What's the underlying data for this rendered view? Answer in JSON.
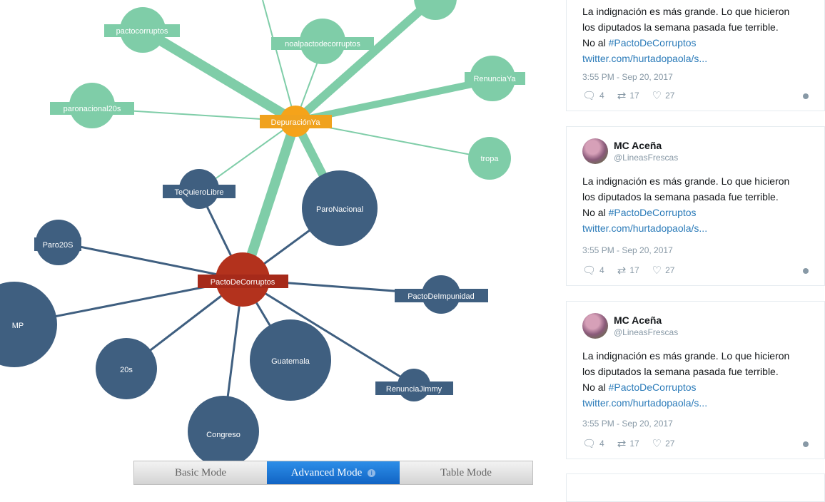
{
  "graph": {
    "colors": {
      "green": "#7fcda8",
      "blue": "#3f5f80",
      "red": "#b3321d",
      "orange": "#f5a31a",
      "edge_green": "#7fcda8",
      "edge_blue": "#3f5f80"
    },
    "nodes": {
      "pactocorruptos": "pactocorruptos",
      "noalpactodecorruptos": "noalpactodecorruptos",
      "renunciaya": "RenunciaYa",
      "paronacional20s": "paronacional20s",
      "depuracionya": "DepuraciónYa",
      "tropa": "tropa",
      "tequierolibre": "TeQuieroLibre",
      "paronacional": "ParoNacional",
      "paro20s": "Paro20S",
      "pactodecorruptos": "PactoDeCorruptos",
      "pactodeimpunidad": "PactoDeImpunidad",
      "mp": "MP",
      "twenty_s": "20s",
      "guatemala": "Guatemala",
      "renunciajimmy": "RenunciaJimmy",
      "congreso": "Congreso"
    }
  },
  "modes": {
    "basic": "Basic Mode",
    "advanced": "Advanced Mode",
    "table": "Table Mode",
    "advanced_info": "i"
  },
  "tweets": [
    {
      "name": "",
      "handle": "",
      "text_line1": "La indignación es más grande. Lo que hicieron",
      "text_line2": "los diputados la semana pasada fue terrible.",
      "text_prefix": "No al ",
      "hashtag": "#PactoDeCorruptos",
      "link": "twitter.com/hurtadopaola/s...",
      "time": "3:55 PM - Sep 20, 2017",
      "replies": "4",
      "retweets": "17",
      "likes": "27"
    },
    {
      "name": "MC Aceña",
      "handle": "@LineasFrescas",
      "text_line1": "La indignación es más grande. Lo que hicieron",
      "text_line2": "los diputados la semana pasada fue terrible.",
      "text_prefix": "No al ",
      "hashtag": "#PactoDeCorruptos",
      "link": "twitter.com/hurtadopaola/s...",
      "time": "3:55 PM - Sep 20, 2017",
      "replies": "4",
      "retweets": "17",
      "likes": "27"
    },
    {
      "name": "MC Aceña",
      "handle": "@LineasFrescas",
      "text_line1": "La indignación es más grande. Lo que hicieron",
      "text_line2": "los diputados la semana pasada fue terrible.",
      "text_prefix": "No al ",
      "hashtag": "#PactoDeCorruptos",
      "link": "twitter.com/hurtadopaola/s...",
      "time": "3:55 PM - Sep 20, 2017",
      "replies": "4",
      "retweets": "17",
      "likes": "27"
    }
  ],
  "icons": {
    "reply": "reply-icon",
    "retweet": "retweet-icon",
    "like": "heart-icon",
    "info": "info-icon"
  }
}
